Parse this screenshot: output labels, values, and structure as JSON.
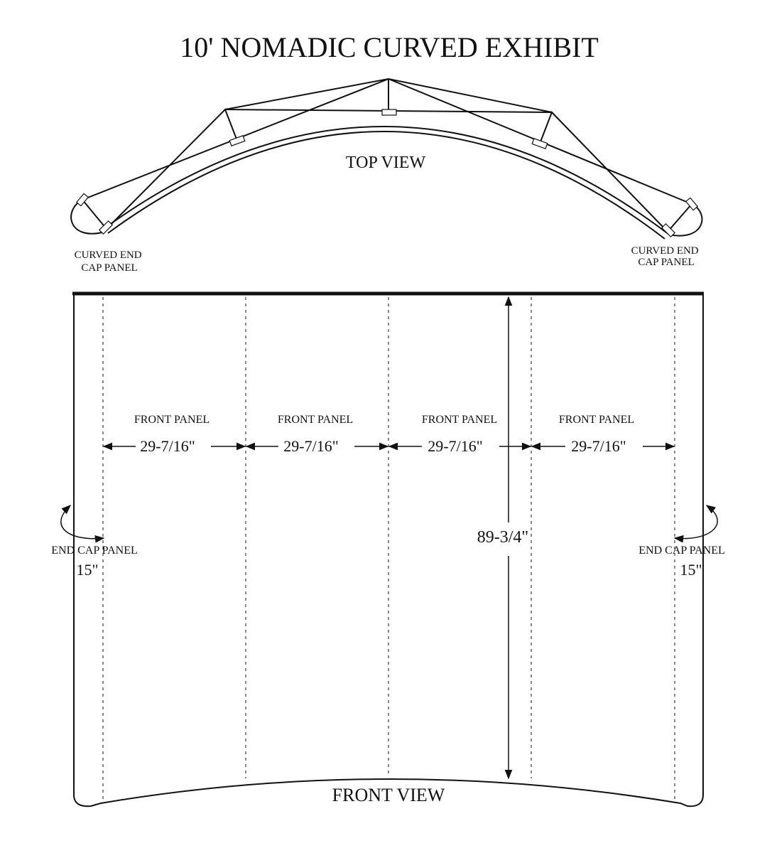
{
  "title": "10' NOMADIC CURVED EXHIBIT",
  "top_view": {
    "label": "TOP VIEW",
    "end_cap_left": [
      "CURVED END",
      "CAP PANEL"
    ],
    "end_cap_right": [
      "CURVED END",
      "CAP PANEL"
    ]
  },
  "front_view": {
    "label": "FRONT VIEW",
    "panels": [
      {
        "label": "FRONT PANEL",
        "width": "29-7/16\""
      },
      {
        "label": "FRONT PANEL",
        "width": "29-7/16\""
      },
      {
        "label": "FRONT PANEL",
        "width": "29-7/16\""
      },
      {
        "label": "FRONT PANEL",
        "width": "29-7/16\""
      }
    ],
    "height": "89-3/4\"",
    "end_cap_left": {
      "label": "END CAP PANEL",
      "width": "15\""
    },
    "end_cap_right": {
      "label": "END CAP PANEL",
      "width": "15\""
    }
  },
  "colors": {
    "line": "#111111",
    "background": "#ffffff"
  }
}
